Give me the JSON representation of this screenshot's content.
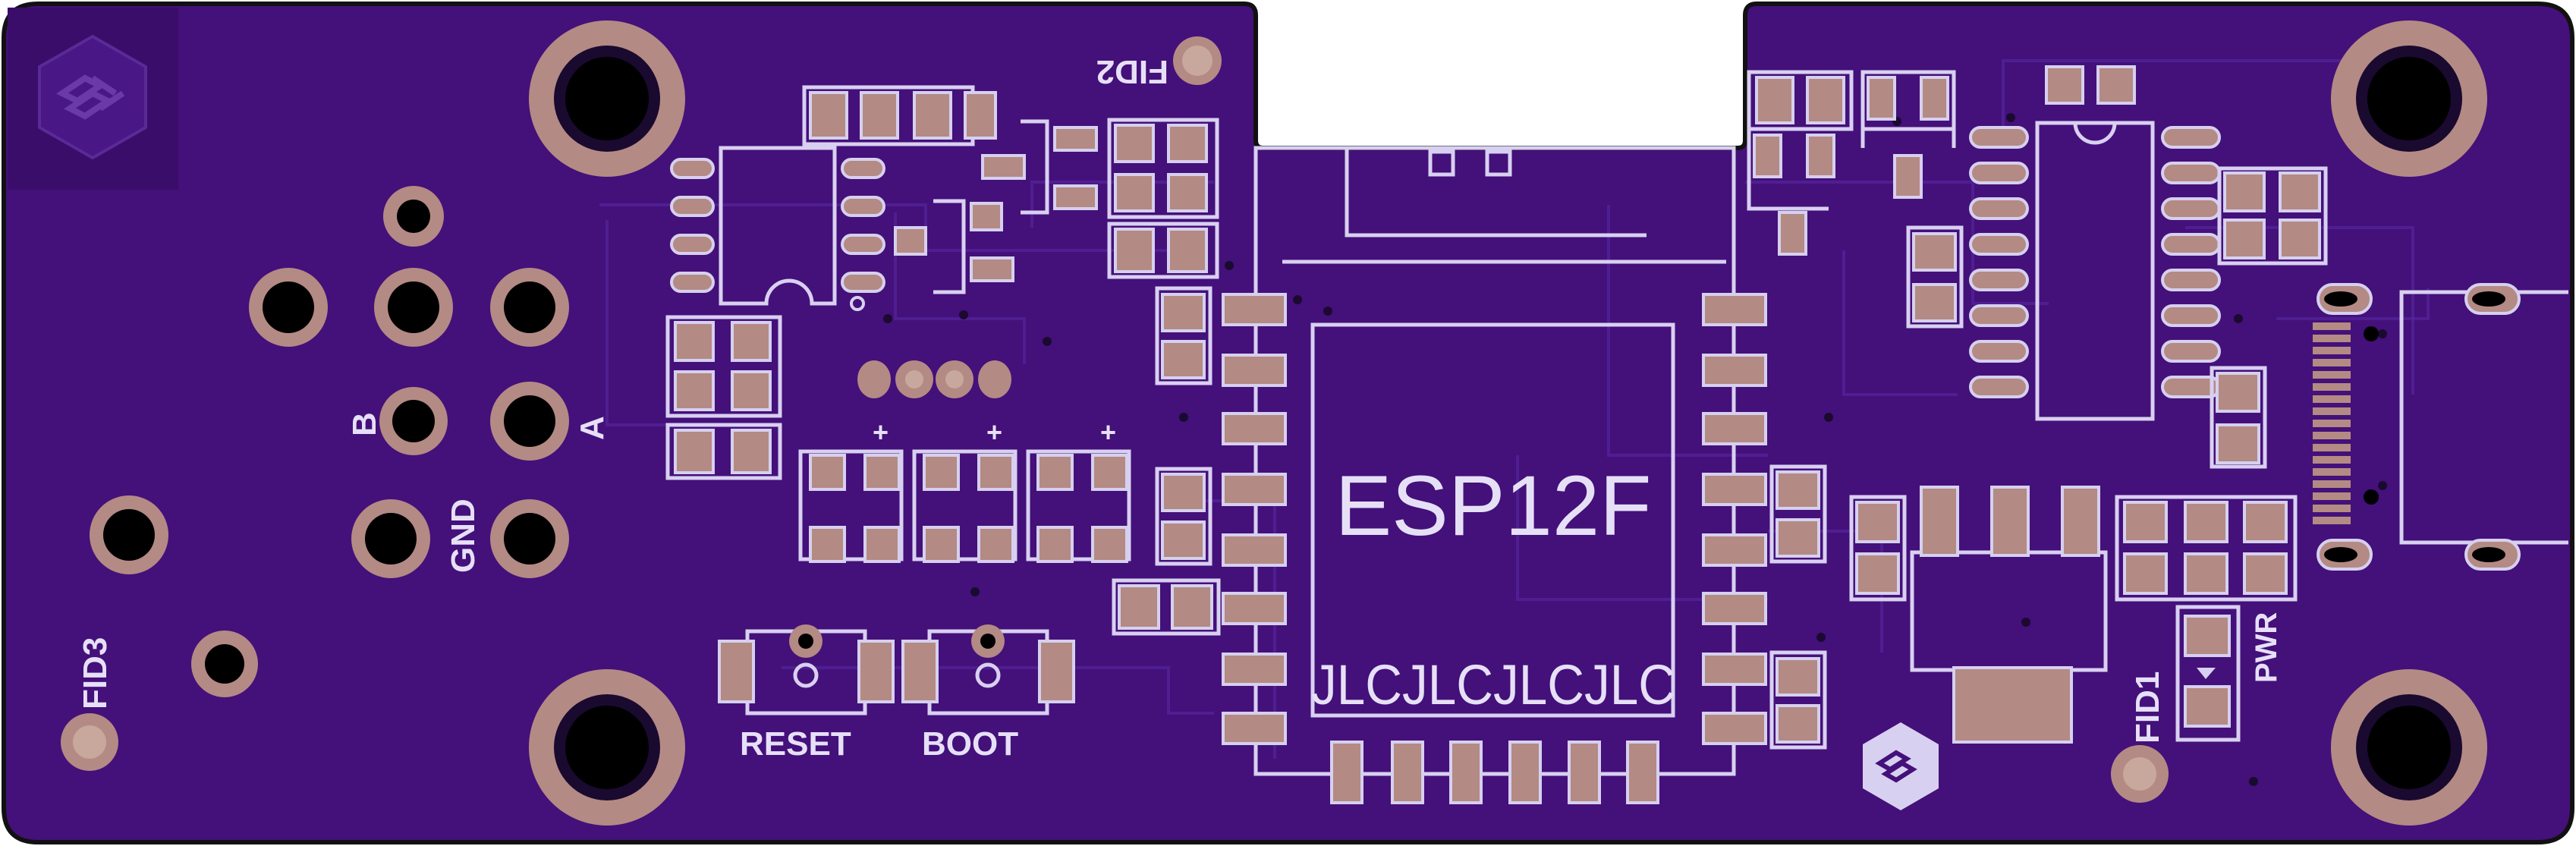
{
  "colors": {
    "board": "#44107a",
    "outline": "#111111",
    "silkscreen": "#d8d0f0",
    "pad": "#b48a84"
  },
  "labels": {
    "module": "ESP12F",
    "jlc": "JLCJLCJLCJLC",
    "fid1": "FID1",
    "fid2": "FID2",
    "fid3": "FID3",
    "reset": "RESET",
    "boot": "BOOT",
    "b": "B",
    "a": "A",
    "gnd": "GND",
    "pwr": "PWR",
    "plus": "+"
  }
}
